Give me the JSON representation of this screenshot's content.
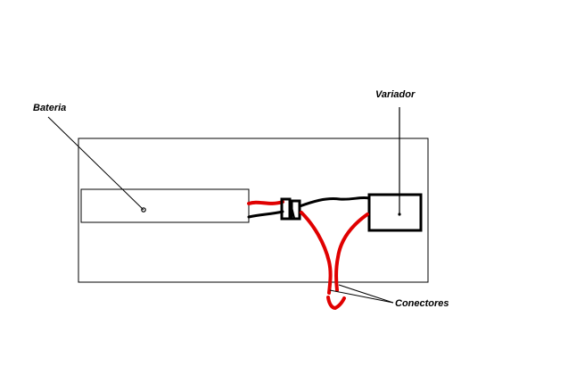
{
  "diagram": {
    "labels": {
      "battery": "Bateria",
      "controller": "Variador",
      "connectors": "Conectores"
    },
    "colors": {
      "background": "#ffffff",
      "outline": "#000000",
      "wire_positive": "#e00000",
      "wire_negative": "#000000"
    }
  }
}
